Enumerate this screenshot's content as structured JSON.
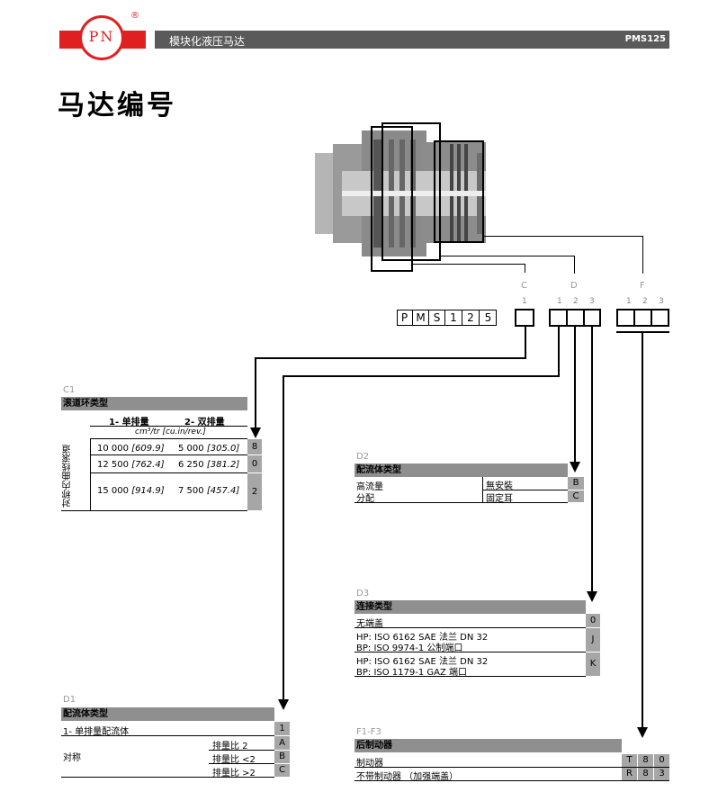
{
  "header": {
    "title": "模块化液压马达",
    "code": "PMS125",
    "logo_text": "PN",
    "registered": "®"
  },
  "page_title": "马达编号",
  "code_positions": {
    "groups": [
      "C",
      "D",
      "F"
    ],
    "c_nums": [
      "1"
    ],
    "d_nums": [
      "1",
      "2",
      "3"
    ],
    "f_nums": [
      "1",
      "2",
      "3"
    ],
    "model_letters": [
      "P",
      "M",
      "S",
      "1",
      "2",
      "5"
    ]
  },
  "c1": {
    "label": "C1",
    "heading": "滚道环类型",
    "col1": "1- 单排量",
    "col2": "2- 双排量",
    "unit": "cm³/tr [cu.in/rev.]",
    "side_label": "对称内曲线滚道",
    "rows": [
      {
        "v1": "10 000 ",
        "v1i": "[609.9]",
        "v2": "5 000 ",
        "v2i": "[305.0]",
        "code": "8"
      },
      {
        "v1": "12 500 ",
        "v1i": "[762.4]",
        "v2": "6 250 ",
        "v2i": "[381.2]",
        "code": "0"
      },
      {
        "v1": "15 000 ",
        "v1i": "[914.9]",
        "v2": "7 500 ",
        "v2i": "[457.4]",
        "code": "2"
      }
    ]
  },
  "d2": {
    "label": "D2",
    "heading": "配流体类型",
    "left1": "高流量",
    "left2": "分配",
    "rows": [
      {
        "text": "無安裝",
        "code": "B"
      },
      {
        "text": "固定耳",
        "code": "C"
      }
    ]
  },
  "d3": {
    "label": "D3",
    "heading": "连接类型",
    "rows": [
      {
        "l1": "无端盖",
        "l2": "",
        "code": "0"
      },
      {
        "l1": "HP: ISO 6162 SAE 法兰 DN 32",
        "l2": "BP: ISO 9974-1 公制端口",
        "code": "J"
      },
      {
        "l1": "HP: ISO 6162 SAE 法兰 DN 32",
        "l2": "BP: ISO 1179-1 GAZ 端口",
        "code": "K"
      }
    ]
  },
  "d1": {
    "label": "D1",
    "heading": "配流体类型",
    "row1": {
      "text": "1- 单排量配流体",
      "code": "1"
    },
    "left": "对称",
    "rows": [
      {
        "text": "排量比  2",
        "code": "A"
      },
      {
        "text": "排量比 <2",
        "code": "B"
      },
      {
        "text": "排量比 >2",
        "code": "C"
      }
    ]
  },
  "f": {
    "label": "F1-F3",
    "heading": "后制动器",
    "rows": [
      {
        "text": "制动器",
        "codes": [
          "T",
          "8",
          "0"
        ]
      },
      {
        "text": "不带制动器 （加强端盖）",
        "codes": [
          "R",
          "8",
          "3"
        ]
      }
    ]
  }
}
